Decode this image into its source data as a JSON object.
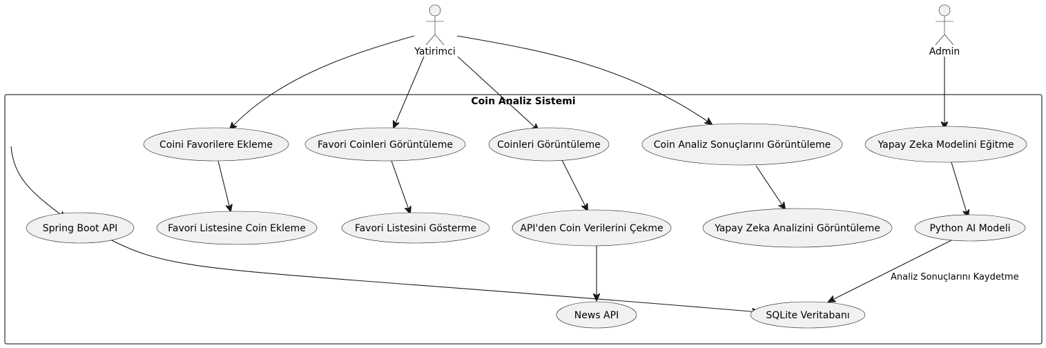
{
  "system": {
    "title": "Coin Analiz Sistemi"
  },
  "actors": {
    "investor": "Yatirimci",
    "admin": "Admin"
  },
  "use_cases": {
    "add_favorite": "Coini Favorilere Ekleme",
    "view_favorites": "Favori Coinleri Görüntüleme",
    "view_coins": "Coinleri Görüntüleme",
    "view_analysis_results": "Coin Analiz Sonuçlarını Görüntüleme",
    "train_ai_model": "Yapay Zeka Modelini Eğitme",
    "spring_boot_api": "Spring Boot API",
    "add_coin_to_favorite_list": "Favori Listesine Coin Ekleme",
    "show_favorite_list": "Favori Listesini Gösterme",
    "fetch_coin_data": "API'den Coin Verilerini Çekme",
    "view_ai_analysis": "Yapay Zeka Analizini Görüntüleme",
    "python_ai_model": "Python AI Modeli",
    "news_api": "News API",
    "sqlite_db": "SQLite Veritabanı"
  },
  "edge_labels": {
    "save_results": "Analiz Sonuçlarını Kaydetme"
  }
}
